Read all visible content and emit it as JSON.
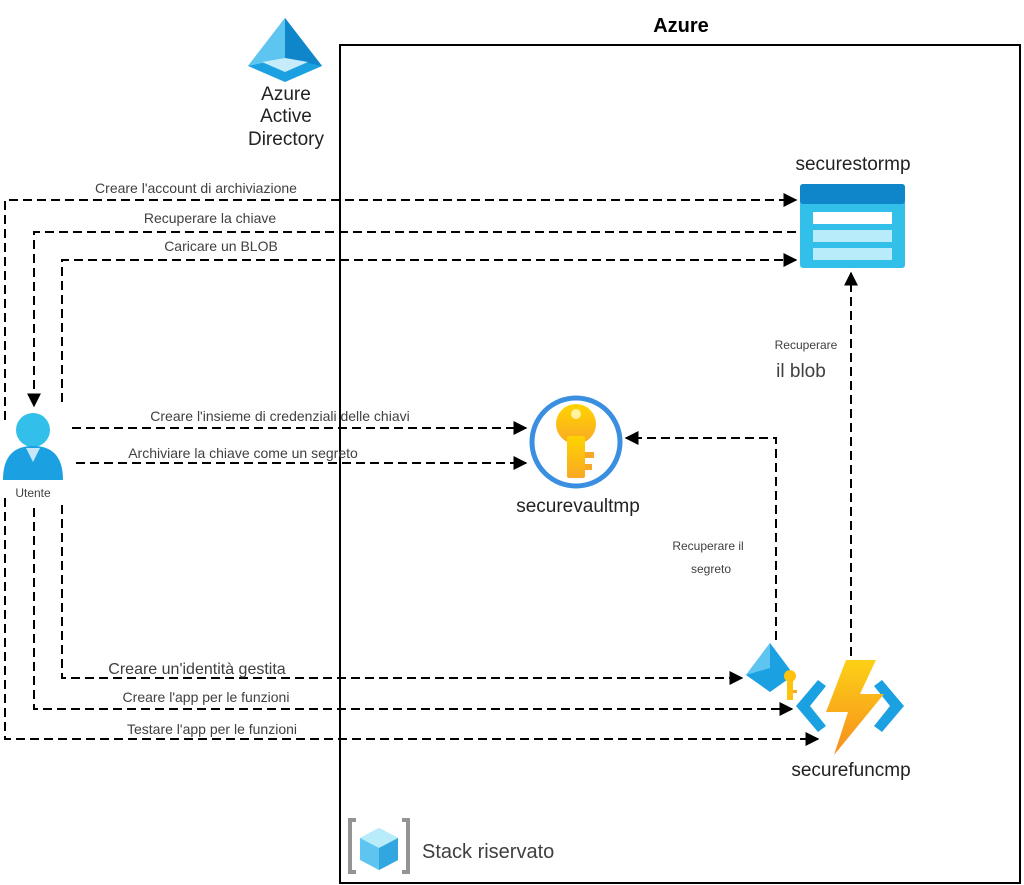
{
  "diagram": {
    "container_title": "Azure",
    "container_footer": "Stack riservato",
    "aad": {
      "line1": "Azure",
      "line2": "Active",
      "line3": "Directory"
    },
    "user": {
      "label": "Utente"
    },
    "storage": {
      "label": "securestormp"
    },
    "vault": {
      "label": "securevaultmp"
    },
    "function": {
      "label": "securefuncmp"
    },
    "edges": {
      "create_storage": "Creare l'account di archiviazione",
      "get_key": "Recuperare la chiave",
      "upload_blob": "Caricare un BLOB",
      "create_keyvault": "Creare l'insieme di credenziali delle chiavi",
      "store_key": "Archiviare la chiave come un segreto",
      "create_identity": "Creare un'identità gestita",
      "create_funcapp": "Creare l'app per le funzioni",
      "test_funcapp": "Testare l'app per le funzioni",
      "get_blob_line1": "Recuperare",
      "get_blob_line2": "il blob",
      "get_secret_line1": "Recuperare il",
      "get_secret_line2": "segreto"
    }
  },
  "colors": {
    "azure_blue": "#1ba1e2",
    "storage_blue": "#32bfea",
    "key_yellow": "#ffc20e",
    "vault_ring": "#3b8fe0",
    "bolt_yellow": "#fcd116"
  }
}
